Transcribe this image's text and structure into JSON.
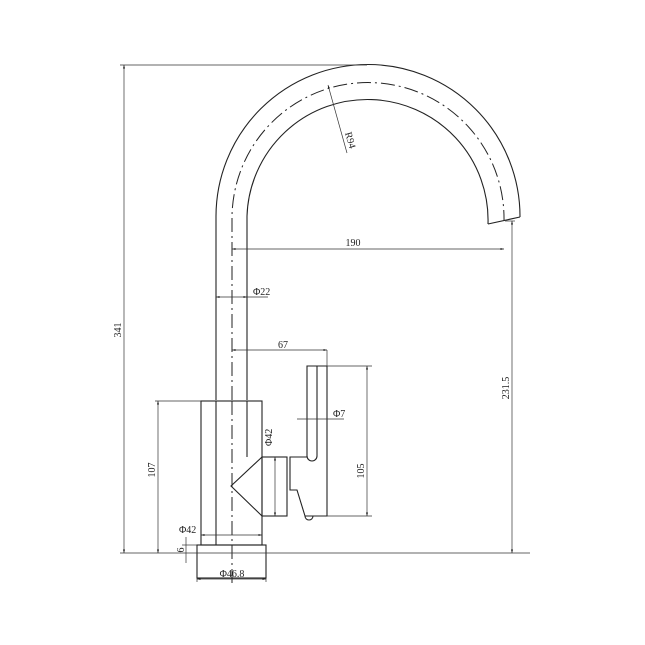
{
  "drawing": {
    "subject": "faucet",
    "dimensions": {
      "total_height": "341",
      "spout_radius": "R94",
      "spout_reach": "190",
      "tube_diameter": "Φ22",
      "handle_offset": "67",
      "handle_diameter": "Φ7",
      "side_diameter": "Φ42",
      "handle_height": "105",
      "outlet_height": "231.5",
      "body_height": "107",
      "body_diameter": "Φ42",
      "base_height": "6",
      "base_diameter": "Φ46.8"
    },
    "line_color": "#222222"
  }
}
